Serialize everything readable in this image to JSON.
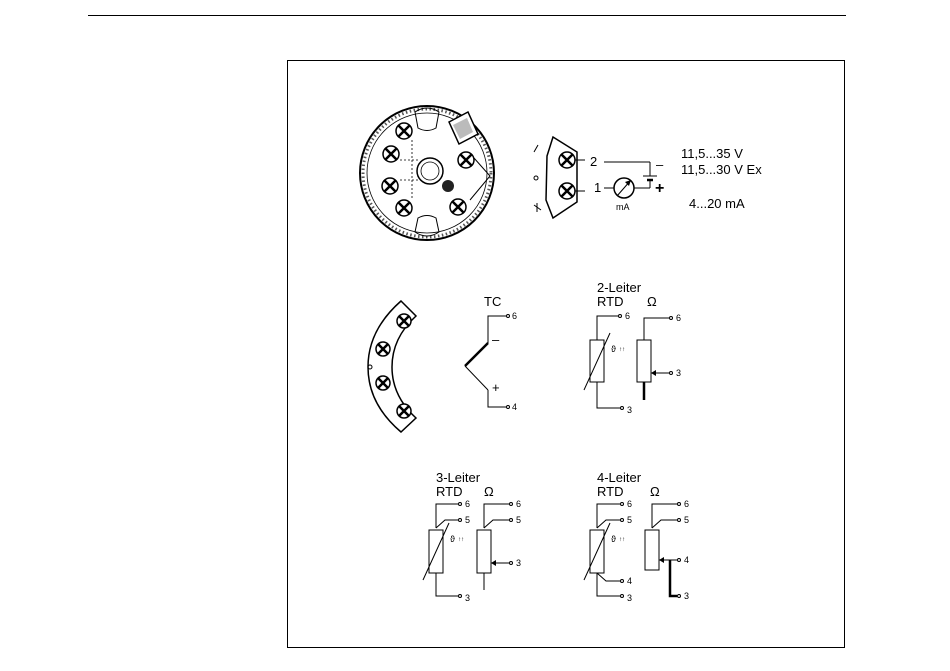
{
  "supply": {
    "terminal_2": "2",
    "terminal_1": "1",
    "voltage_1": "11,5...35 V",
    "voltage_2": "11,5...30 V Ex",
    "current_range": "4...20 mA",
    "meter_unit": "mA",
    "minus_sign": "–",
    "plus_sign": "+"
  },
  "tc": {
    "title": "TC",
    "terminal_top": "6",
    "terminal_bottom": "4",
    "minus": "–",
    "plus": "+"
  },
  "two_wire": {
    "title_line1": "2-Leiter",
    "title_line2": "RTD",
    "ohm": "Ω",
    "rtd_t6": "6",
    "rtd_t3": "3",
    "ohm_t6": "6",
    "ohm_t3": "3",
    "symbol": "ϑ"
  },
  "three_wire": {
    "title_line1": "3-Leiter",
    "title_line2": "RTD",
    "ohm": "Ω",
    "rtd_t6": "6",
    "rtd_t5": "5",
    "rtd_t3": "3",
    "ohm_t6": "6",
    "ohm_t5": "5",
    "ohm_t3": "3",
    "symbol": "ϑ"
  },
  "four_wire": {
    "title_line1": "4-Leiter",
    "title_line2": "RTD",
    "ohm": "Ω",
    "rtd_t6": "6",
    "rtd_t5": "5",
    "rtd_t4": "4",
    "rtd_t3": "3",
    "ohm_t6": "6",
    "ohm_t5": "5",
    "ohm_t4": "4",
    "ohm_t3": "3",
    "symbol": "ϑ"
  }
}
